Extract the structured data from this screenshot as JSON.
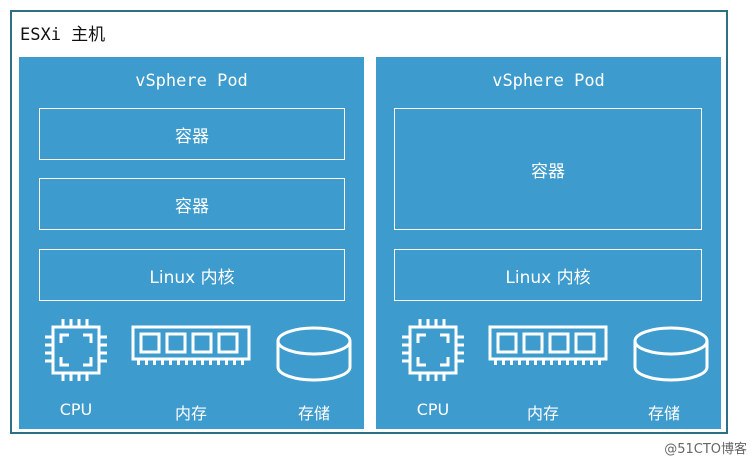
{
  "host": {
    "title": "ESXi 主机"
  },
  "pods": [
    {
      "title": "vSphere Pod",
      "containers": [
        "容器",
        "容器"
      ],
      "kernel": "Linux 内核",
      "resources": [
        "CPU",
        "内存",
        "存储"
      ]
    },
    {
      "title": "vSphere Pod",
      "containers": [
        "容器"
      ],
      "kernel": "Linux 内核",
      "resources": [
        "CPU",
        "内存",
        "存储"
      ]
    }
  ],
  "watermark": "@51CTO博客",
  "colors": {
    "pod_bg": "#3d9bcd",
    "host_border": "#2e6f86",
    "text": "#ffffff"
  }
}
